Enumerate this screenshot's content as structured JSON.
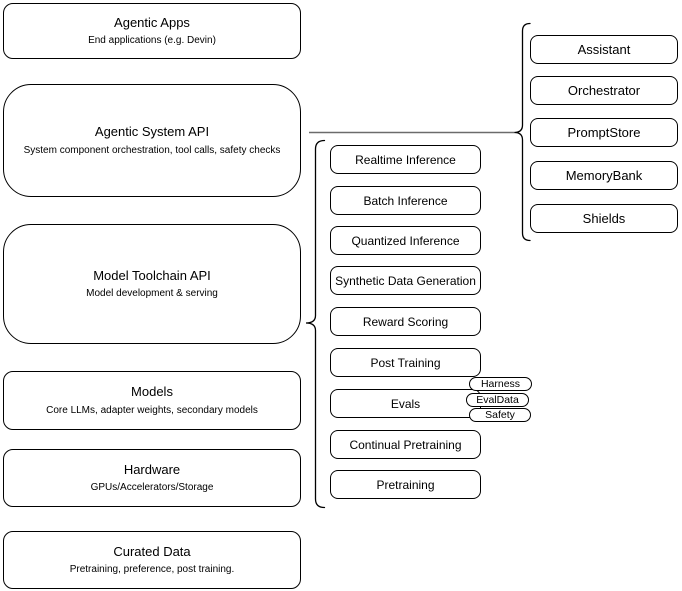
{
  "diagram": {
    "layers": [
      {
        "title": "Agentic Apps",
        "subtitle": "End applications (e.g. Devin)"
      },
      {
        "title": "Agentic System API",
        "subtitle": "System component orchestration, tool calls, safety checks"
      },
      {
        "title": "Model Toolchain API",
        "subtitle": "Model development & serving"
      },
      {
        "title": "Models",
        "subtitle": "Core LLMs, adapter weights, secondary models"
      },
      {
        "title": "Hardware",
        "subtitle": "GPUs/Accelerators/Storage"
      },
      {
        "title": "Curated Data",
        "subtitle": "Pretraining, preference, post training."
      }
    ],
    "toolchain_services": [
      "Realtime Inference",
      "Batch Inference",
      "Quantized Inference",
      "Synthetic Data Generation",
      "Reward Scoring",
      "Post Training",
      "Evals",
      "Continual Pretraining",
      "Pretraining"
    ],
    "evals_tags": [
      "Harness",
      "EvalData",
      "Safety"
    ],
    "system_components": [
      "Assistant",
      "Orchestrator",
      "PromptStore",
      "MemoryBank",
      "Shields"
    ],
    "colors": {
      "box_stroke": "#000000",
      "background": "#ffffff",
      "connector_line": "#6b6b6b"
    }
  }
}
